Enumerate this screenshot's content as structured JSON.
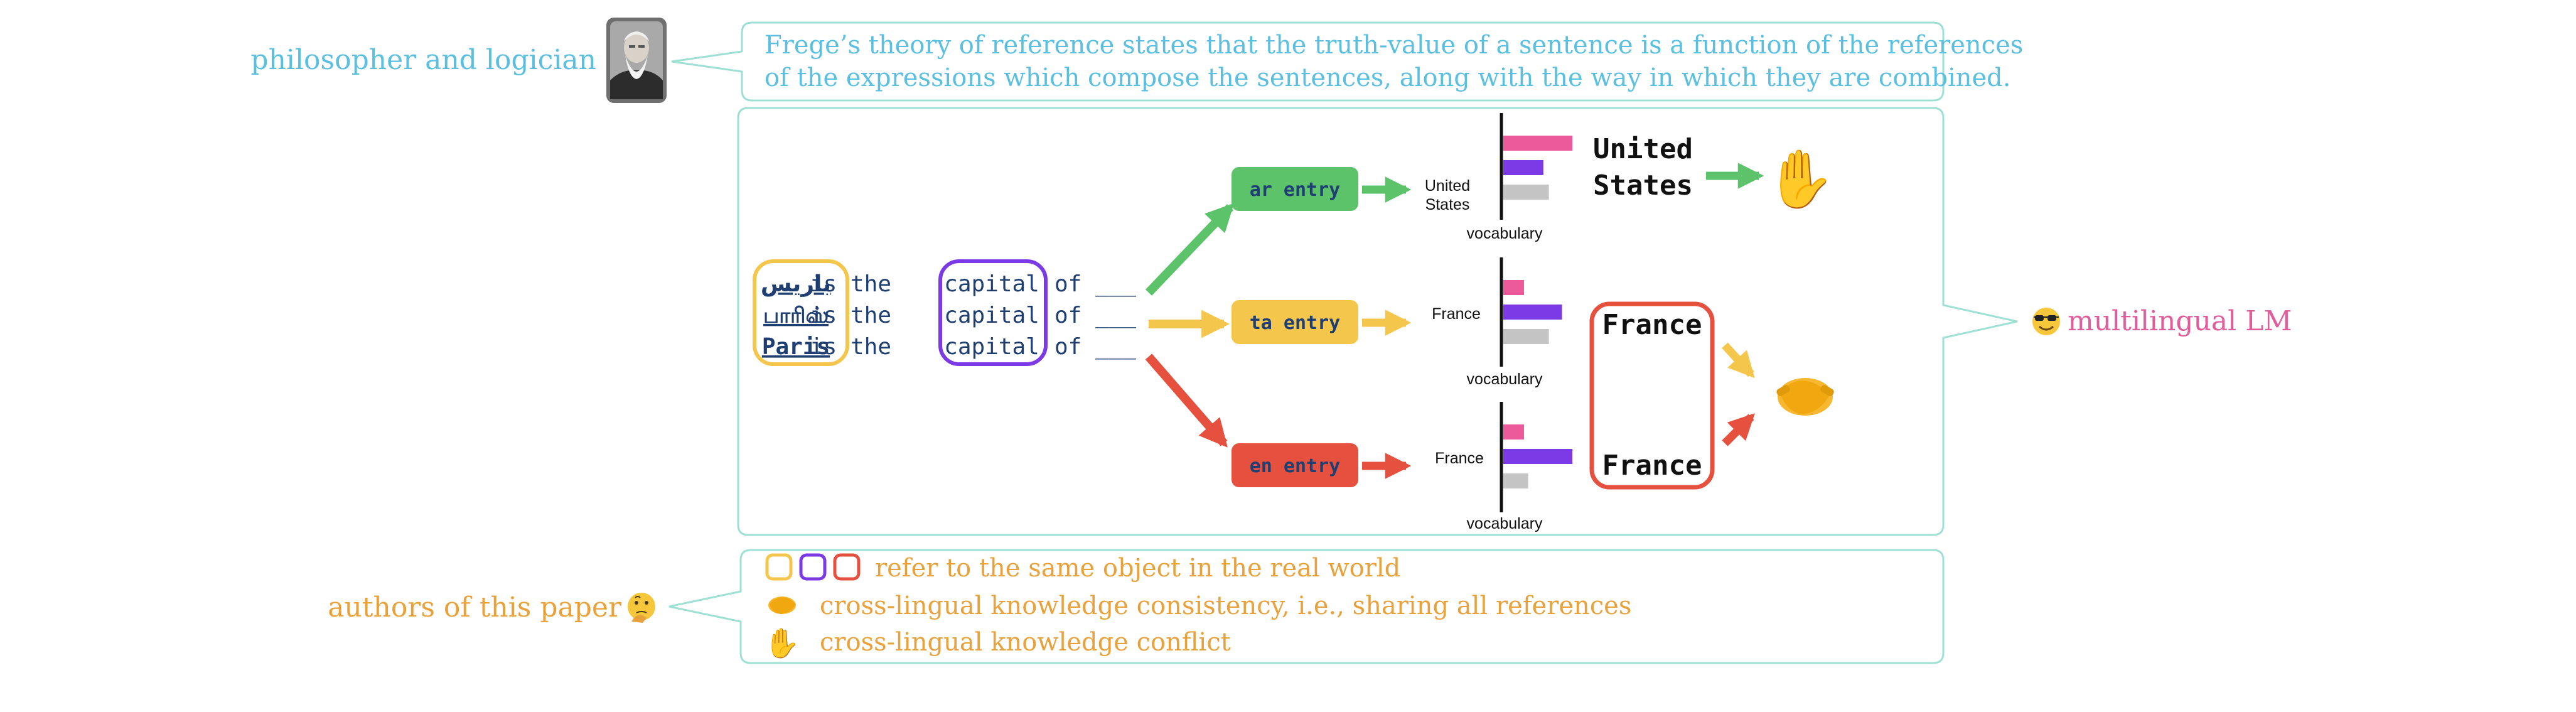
{
  "colors": {
    "frame": "#9ee0d3",
    "philosopher": "#5bbfe0",
    "lm": "#e05c9a",
    "authors": "#e9a23b",
    "navy": "#1f3f73",
    "green": "#5cc36b",
    "yellow": "#f4c64c",
    "red": "#e5503f",
    "purple": "#7b3ae6",
    "pink": "#ec5a9c",
    "gray": "#c4c4c4"
  },
  "top": {
    "left_label": "philosopher and logician",
    "quote_line1": "Frege’s theory of reference states that the truth-value of a sentence is a function of the references",
    "quote_line2": "of the expressions which compose the sentences, along with the way in which they are combined."
  },
  "right_label": "multilingual LM",
  "sentences": [
    {
      "subject": "باريس",
      "rest1": "is the",
      "rel": "capital",
      "rest2": "of ___"
    },
    {
      "subject": "பாரிஸ்",
      "rest1": "is the",
      "rel": "capital",
      "rest2": "of ___"
    },
    {
      "subject": "Paris",
      "rest1": "is the",
      "rel": "capital",
      "rest2": "of ___"
    }
  ],
  "entries": [
    {
      "label": "ar entry",
      "prediction": "United States",
      "axis_label": "vocabulary",
      "bars": [
        1.0,
        0.58,
        0.66
      ]
    },
    {
      "label": "ta entry",
      "prediction": "France",
      "axis_label": "vocabulary",
      "bars": [
        0.3,
        0.85,
        0.66
      ]
    },
    {
      "label": "en entry",
      "prediction": "France",
      "axis_label": "vocabulary",
      "bars": [
        0.3,
        1.0,
        0.36
      ]
    }
  ],
  "results": {
    "conflict_line1": "United",
    "conflict_line2": "States",
    "consistent_top": "France",
    "consistent_bottom": "France"
  },
  "bottom": {
    "left_label": "authors of this paper",
    "legend1": "refer to the same object in the real world",
    "legend2": "cross-lingual knowledge consistency, i.e., sharing all references",
    "legend3": "cross-lingual knowledge conflict"
  }
}
